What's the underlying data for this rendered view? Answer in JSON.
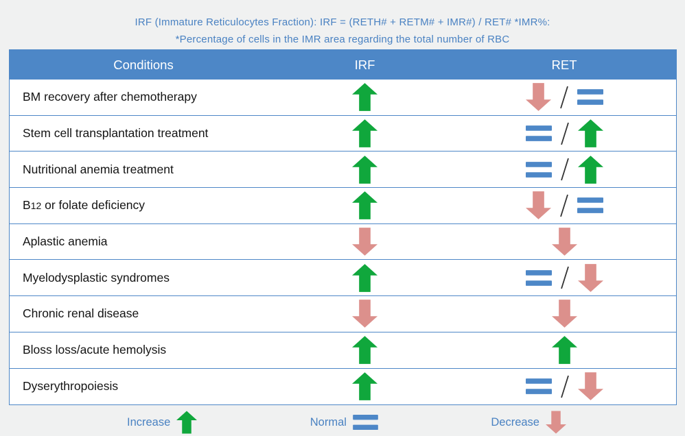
{
  "title": {
    "line1": "IRF (Immature Reticulocytes Fraction): IRF = (RETH# + RETM# + IMR#) / RET# *IMR%:",
    "line2": "*Percentage of cells in the IMR area regarding the total number of RBC"
  },
  "table": {
    "headers": [
      "Conditions",
      "IRF",
      "RET"
    ],
    "rows": [
      {
        "condition_parts": [
          {
            "text": "BM recovery after chemotherapy"
          }
        ],
        "irf": [
          "up"
        ],
        "ret": [
          "down",
          "normal"
        ]
      },
      {
        "condition_parts": [
          {
            "text": "Stem cell transplantation treatment"
          }
        ],
        "irf": [
          "up"
        ],
        "ret": [
          "normal",
          "up"
        ]
      },
      {
        "condition_parts": [
          {
            "text": "Nutritional anemia treatment"
          }
        ],
        "irf": [
          "up"
        ],
        "ret": [
          "normal",
          "up"
        ]
      },
      {
        "condition_parts": [
          {
            "text": "B"
          },
          {
            "text": "12",
            "small": true
          },
          {
            "text": " or folate deficiency"
          }
        ],
        "irf": [
          "up"
        ],
        "ret": [
          "down",
          "normal"
        ]
      },
      {
        "condition_parts": [
          {
            "text": "Aplastic anemia"
          }
        ],
        "irf": [
          "down"
        ],
        "ret": [
          "down"
        ]
      },
      {
        "condition_parts": [
          {
            "text": "Myelodysplastic syndromes"
          }
        ],
        "irf": [
          "up"
        ],
        "ret": [
          "normal",
          "down"
        ]
      },
      {
        "condition_parts": [
          {
            "text": "Chronic renal disease"
          }
        ],
        "irf": [
          "down"
        ],
        "ret": [
          "down"
        ]
      },
      {
        "condition_parts": [
          {
            "text": "Bloss loss/acute hemolysis"
          }
        ],
        "irf": [
          "up"
        ],
        "ret": [
          "up"
        ]
      },
      {
        "condition_parts": [
          {
            "text": "Dyserythropoiesis"
          }
        ],
        "irf": [
          "up"
        ],
        "ret": [
          "normal",
          "down"
        ]
      }
    ]
  },
  "legend": [
    {
      "label": "Increase",
      "icon": "up"
    },
    {
      "label": "Normal",
      "icon": "normal"
    },
    {
      "label": "Decrease",
      "icon": "down"
    }
  ],
  "colors": {
    "background": "#f0f1f1",
    "accent_blue": "#4d87c7",
    "title_blue": "#4a82c2",
    "increase_green": "#10a73c",
    "decrease_pink": "#dc908c",
    "slash_gray": "#333333"
  },
  "chart_data": {
    "type": "table",
    "title": "IRF (Immature Reticulocytes Fraction): IRF = (RETH# + RETM# + IMR#) / RET# *IMR%: *Percentage of cells in the IMR area regarding the total number of RBC",
    "columns": [
      "Conditions",
      "IRF",
      "RET"
    ],
    "rows": [
      [
        "BM recovery after chemotherapy",
        "increase",
        "decrease / normal"
      ],
      [
        "Stem cell transplantation treatment",
        "increase",
        "normal / increase"
      ],
      [
        "Nutritional anemia treatment",
        "increase",
        "normal / increase"
      ],
      [
        "B12 or folate deficiency",
        "increase",
        "decrease / normal"
      ],
      [
        "Aplastic anemia",
        "decrease",
        "decrease"
      ],
      [
        "Myelodysplastic syndromes",
        "increase",
        "normal / decrease"
      ],
      [
        "Chronic renal disease",
        "decrease",
        "decrease"
      ],
      [
        "Bloss loss/acute hemolysis",
        "increase",
        "increase"
      ],
      [
        "Dyserythropoiesis",
        "increase",
        "normal / decrease"
      ]
    ],
    "legend": [
      {
        "symbol": "green-up-arrow",
        "meaning": "Increase"
      },
      {
        "symbol": "blue-equals",
        "meaning": "Normal"
      },
      {
        "symbol": "pink-down-arrow",
        "meaning": "Decrease"
      }
    ]
  }
}
